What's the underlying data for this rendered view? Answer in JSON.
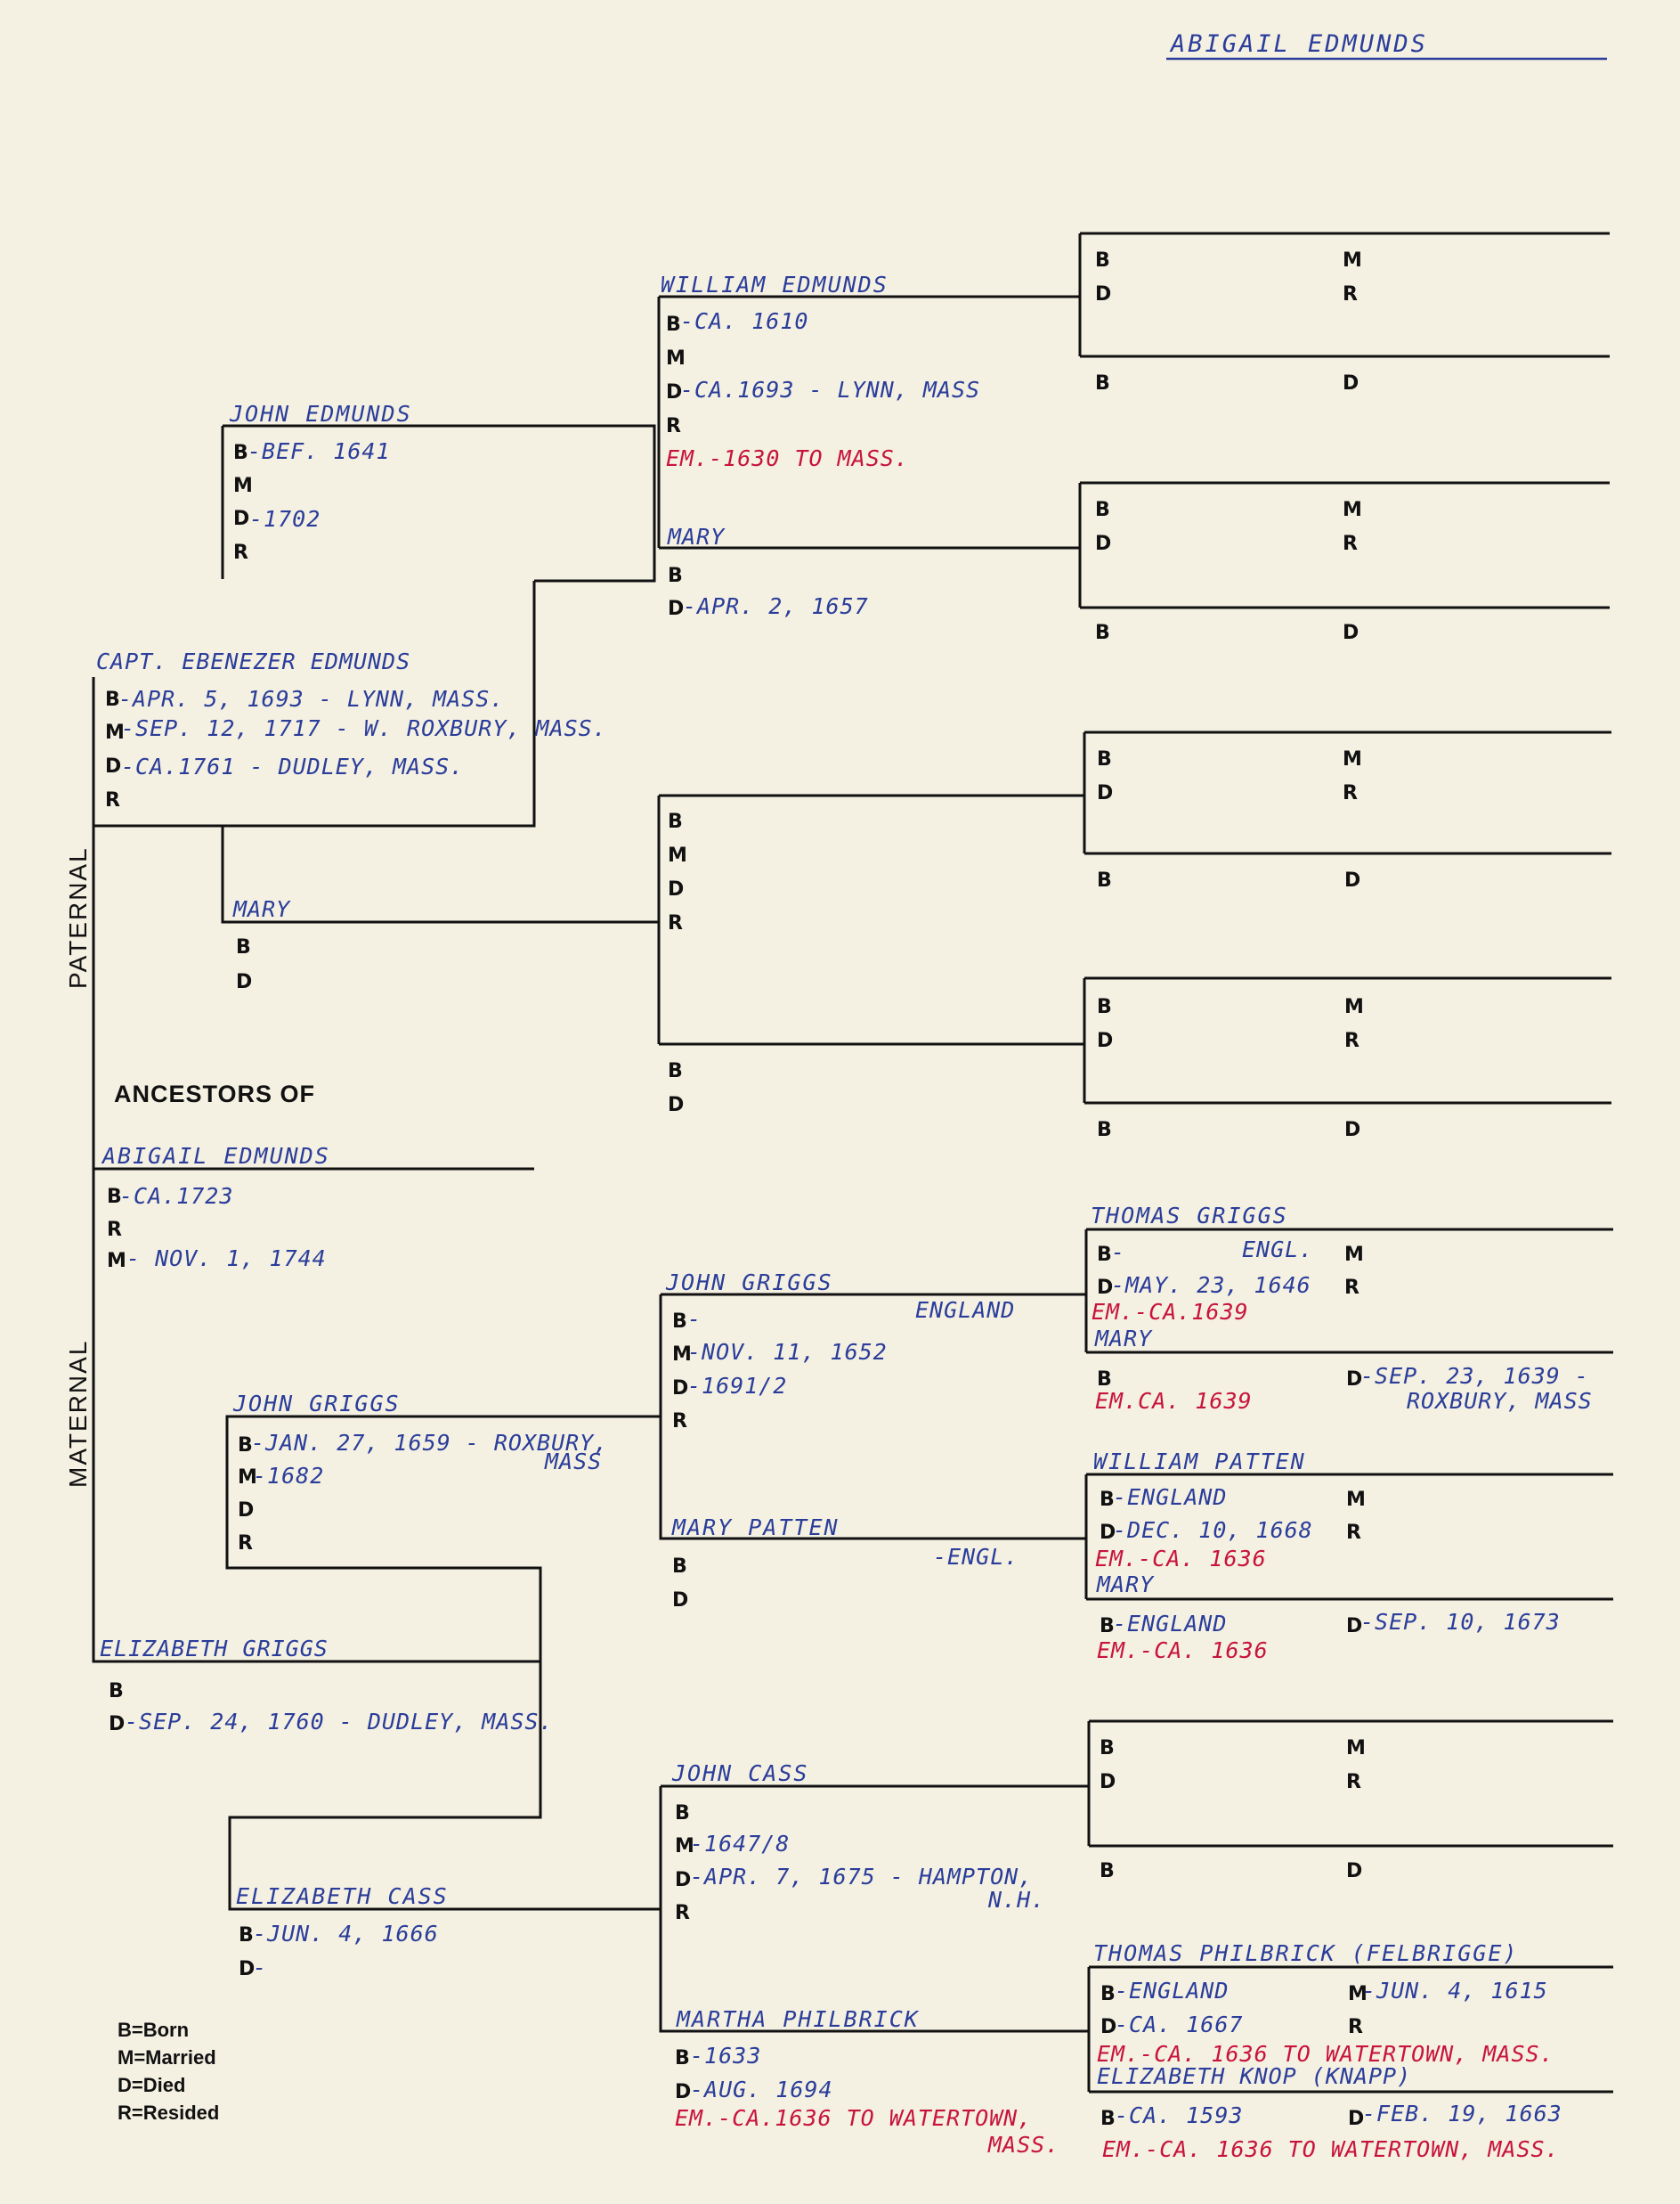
{
  "header": {
    "name": "ABIGAIL EDMUNDS"
  },
  "sides": {
    "paternal": "PATERNAL",
    "maternal": "MATERNAL"
  },
  "chart_title": "ANCESTORS OF",
  "legend": [
    "B=Born",
    "M=Married",
    "D=Died",
    "R=Resided"
  ],
  "labels": {
    "b": "B",
    "m": "M",
    "d": "D",
    "r": "R"
  },
  "subject": {
    "name": "ABIGAIL EDMUNDS",
    "b": "-CA.1723",
    "m": "- NOV. 1, 1744"
  },
  "gen2": {
    "father": {
      "name": "CAPT. EBENEZER EDMUNDS",
      "b": "-APR. 5, 1693 - LYNN, MASS.",
      "m": "-SEP. 12, 1717 - W. ROXBURY, MASS.",
      "d": "-CA.1761 - DUDLEY, MASS."
    },
    "mother": {
      "name": "ELIZABETH GRIGGS",
      "d": "-SEP. 24, 1760 - DUDLEY, MASS."
    }
  },
  "gen3": {
    "pf": {
      "name": "JOHN EDMUNDS",
      "b": "-BEF. 1641",
      "d": "-1702"
    },
    "pm": {
      "name": "MARY"
    },
    "mf": {
      "name": "JOHN GRIGGS",
      "b": "-JAN. 27, 1659 - ROXBURY,",
      "b2": "MASS",
      "m": "-1682"
    },
    "mm": {
      "name": "ELIZABETH CASS",
      "b": "-JUN. 4, 1666",
      "d": "-"
    }
  },
  "gen4": {
    "a": {
      "name": "WILLIAM EDMUNDS",
      "b": "-CA. 1610",
      "d": "-CA.1693 - LYNN, MASS",
      "em": "EM.-1630 TO MASS."
    },
    "a_wife": {
      "name": "MARY",
      "d": "-APR. 2, 1657"
    },
    "c": {
      "name": "JOHN GRIGGS",
      "b": "-",
      "b_place": "ENGLAND",
      "m": "-NOV. 11, 1652",
      "d": "-1691/2"
    },
    "c_wife": {
      "name": "MARY PATTEN",
      "b_place": "-ENGL."
    },
    "d": {
      "name": "JOHN CASS",
      "m": "-1647/8",
      "d": "-APR. 7, 1675 - HAMPTON,",
      "d2": "N.H."
    },
    "d_wife": {
      "name": "MARTHA PHILBRICK",
      "b": "-1633",
      "d": "-AUG. 1694",
      "em": "EM.-CA.1636 TO WATERTOWN,",
      "em2": "MASS."
    }
  },
  "gen5": {
    "c1": {
      "name": "THOMAS GRIGGS",
      "b": "-",
      "b_place": "ENGL.",
      "d": "-MAY. 23, 1646",
      "em": "EM.-CA.1639"
    },
    "c1_wife": {
      "name": "MARY",
      "em": "EM.CA. 1639",
      "d": "-SEP. 23, 1639 -",
      "d2": "ROXBURY, MASS"
    },
    "c2": {
      "name": "WILLIAM PATTEN",
      "b": "-ENGLAND",
      "d": "-DEC. 10, 1668",
      "em": "EM.-CA. 1636"
    },
    "c2_wife": {
      "name": "MARY",
      "b": "-ENGLAND",
      "em": "EM.-CA. 1636",
      "d": "-SEP. 10, 1673"
    },
    "d2": {
      "name": "THOMAS PHILBRICK (FELBRIGGE)",
      "b": "-ENGLAND",
      "m": "-JUN. 4, 1615",
      "d": "-CA. 1667",
      "em": "EM.-CA. 1636 TO WATERTOWN, MASS."
    },
    "d2_wife": {
      "name": "ELIZABETH KNOP (KNAPP)",
      "b": "-CA. 1593",
      "d": "-FEB. 19, 1663",
      "em": "EM.-CA. 1636 TO WATERTOWN, MASS."
    }
  },
  "colors": {
    "paper": "#f4f0e2",
    "ink_blue": "#2a3d9a",
    "ink_red": "#c8143c",
    "print": "#111111"
  }
}
